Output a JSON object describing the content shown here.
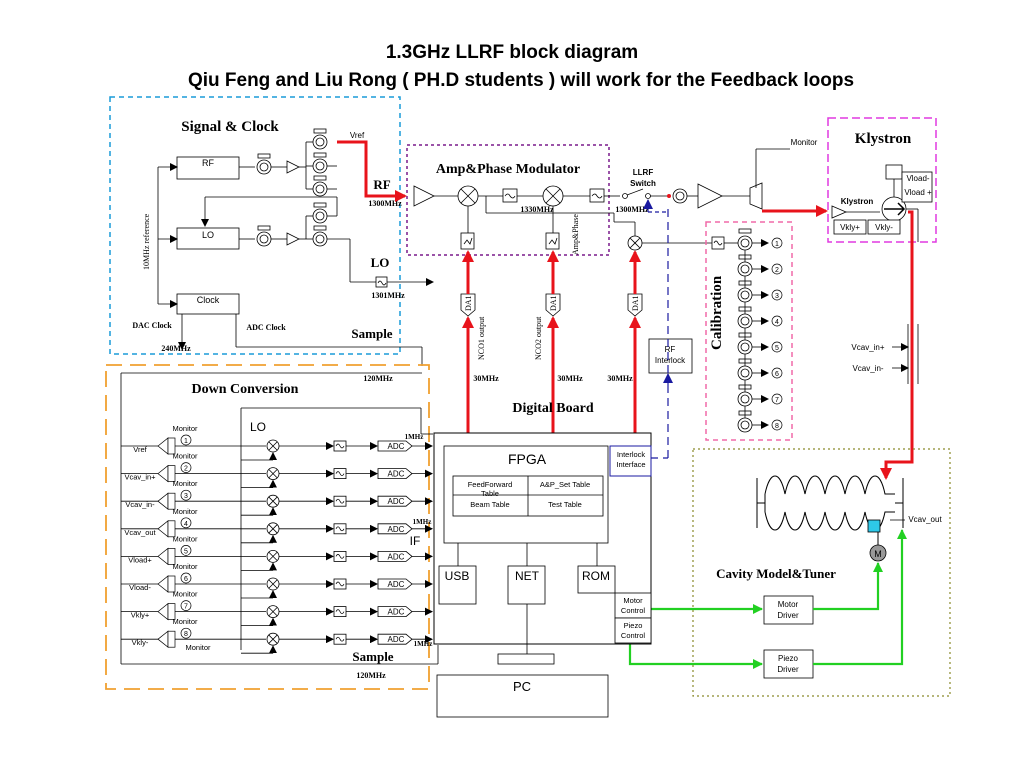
{
  "title": {
    "line1": "1.3GHz LLRF block diagram",
    "line2": "Qiu Feng  and  Liu Rong   (  PH.D students ) will work for the Feedback loops"
  },
  "signal_clock": {
    "title": "Signal & Clock",
    "rf": "RF",
    "lo": "LO",
    "clock": "Clock",
    "vref": "Vref",
    "ref10": "10MHz reference",
    "dac_clock": "DAC Clock",
    "adc_clock": "ADC Clock",
    "f240": "240MHz",
    "rf_out": "RF",
    "rf_freq": "1300MHz",
    "lo_out": "LO",
    "lo_freq": "1301MHz",
    "sample": "Sample",
    "f120": "120MHz"
  },
  "modulator": {
    "title": "Amp&Phase Modulator",
    "f1330": "1330MHz",
    "f1300": "1300MHz",
    "ampphase": "Amp&Phase",
    "switch": "LLRF Switch",
    "monitor": "Monitor",
    "da1": "DA1",
    "nco1": "NCO1 output",
    "nco2": "NCO2 output",
    "f30": "30MHz",
    "rf_interlock": "RF Interlock"
  },
  "klystron": {
    "title": "Klystron",
    "label": "Klystron",
    "vload_m": "Vload-",
    "vload_p": "Vload +",
    "vkly_p": "Vkly+",
    "vkly_m": "Vkly-"
  },
  "calibration": {
    "title": "Calibration",
    "ports": [
      "1",
      "2",
      "3",
      "4",
      "5",
      "6",
      "7",
      "8"
    ]
  },
  "cavity": {
    "vcav_in_p": "Vcav_in+",
    "vcav_in_m": "Vcav_in-",
    "vcav_out": "Vcav_out",
    "title": "Cavity Model&Tuner",
    "motor": "M",
    "motor_driver": "Motor Driver",
    "piezo_driver": "Piezo Driver"
  },
  "down_conversion": {
    "title": "Down Conversion",
    "lo": "LO",
    "if": "IF",
    "f1": "1MHz",
    "sample": "Sample",
    "f120": "120MHz",
    "monitor": "Monitor",
    "adc": "ADC",
    "channels": [
      {
        "num": "1",
        "name": "Vref"
      },
      {
        "num": "2",
        "name": "Vcav_in+"
      },
      {
        "num": "3",
        "name": "Vcav_in-"
      },
      {
        "num": "4",
        "name": "Vcav_out"
      },
      {
        "num": "5",
        "name": "Vload+"
      },
      {
        "num": "6",
        "name": "Vload-"
      },
      {
        "num": "7",
        "name": "Vkly+"
      },
      {
        "num": "8",
        "name": "Vkly-"
      }
    ]
  },
  "digital": {
    "title": "Digital Board",
    "fpga": "FPGA",
    "interlock": "Interlock Interface",
    "table_cells": [
      "FeedForward Table",
      "A&P_Set Table",
      "Beam Table",
      "Test Table"
    ],
    "usb": "USB",
    "net": "NET",
    "rom": "ROM",
    "motor_control": "Motor Control",
    "piezo_control": "Piezo Control",
    "pc": "PC"
  },
  "colors": {
    "red": "#e8131b",
    "blue_dash": "#1a9cd8",
    "purple_dash": "#7a1a8c",
    "magenta_dash": "#e03ae0",
    "pink_dash": "#f06aa8",
    "orange_dash": "#f0a030",
    "olive_dot": "#8a8a2a",
    "green": "#22d022",
    "ilk_blue": "#1a1aa0"
  }
}
